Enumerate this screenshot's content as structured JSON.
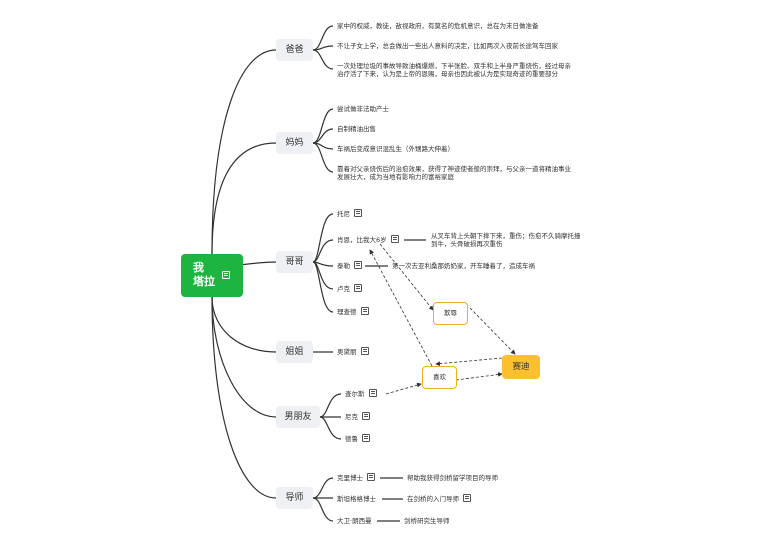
{
  "root": {
    "label": "我\n塔拉"
  },
  "branches": {
    "dad": {
      "label": "爸爸",
      "items": [
        "家中的权威，教徒，敌视政府，有莫名的危机意识，总在为末日做准备",
        "不让子女上学，总会做出一些出人意料的决定，比如两次入夜前长途驾车回家",
        "一次处理垃圾的事故导致油桶爆燃，下半张脸、双手和上半身严重烧伤，经过母亲治疗活了下来，认为是上帝的恩赐，母亲也因此被认为是实现奇迹的重要部分"
      ]
    },
    "mom": {
      "label": "妈妈",
      "items": [
        "尝试做非法助产士",
        "自制精油出售",
        "车祸后变成意识混乱生（外甥路大伸着）",
        "靠着对父亲烧伤后的治愈效果，获得了神迹使者般的崇拜，与父亲一道将精油事业发展壮大，成为当地有影响力的富裕家庭"
      ]
    },
    "brother": {
      "label": "哥哥",
      "items": [
        {
          "name": "托尼"
        },
        {
          "name": "肖恩，比我大6岁",
          "detail": "从叉车背上头朝下摔下来，重伤；伤愈不久骑摩托撞到牛，头骨破损再次重伤"
        },
        {
          "name": "泰勒",
          "detail": "第一次去亚利桑那奶奶家，开车睡着了，造成车祸"
        },
        {
          "name": "卢克"
        },
        {
          "name": "理查德"
        }
      ]
    },
    "sister": {
      "label": "姐姐",
      "items": [
        {
          "name": "奥黛丽"
        }
      ]
    },
    "boyfriend": {
      "label": "男朋友",
      "items": [
        {
          "name": "查尔斯"
        },
        {
          "name": "尼克"
        },
        {
          "name": "德鲁"
        }
      ]
    },
    "mentor": {
      "label": "导师",
      "items": [
        {
          "name": "克里博士",
          "detail": "帮助我获得剑桥留学项目的导师"
        },
        {
          "name": "斯坦格格博士",
          "detail": "在剑桥的入门导师"
        },
        {
          "name": "大卫·朗西曼",
          "detail": "剑桥研究生导师"
        }
      ]
    }
  },
  "relations": {
    "bully_label": "欺辱",
    "like_label": "喜欢",
    "target_label": "赛迪"
  },
  "colors": {
    "root": "#1db440",
    "category_bg": "#eef0f3",
    "relation_border": "#f2b01e",
    "target": "#fbc02d"
  }
}
